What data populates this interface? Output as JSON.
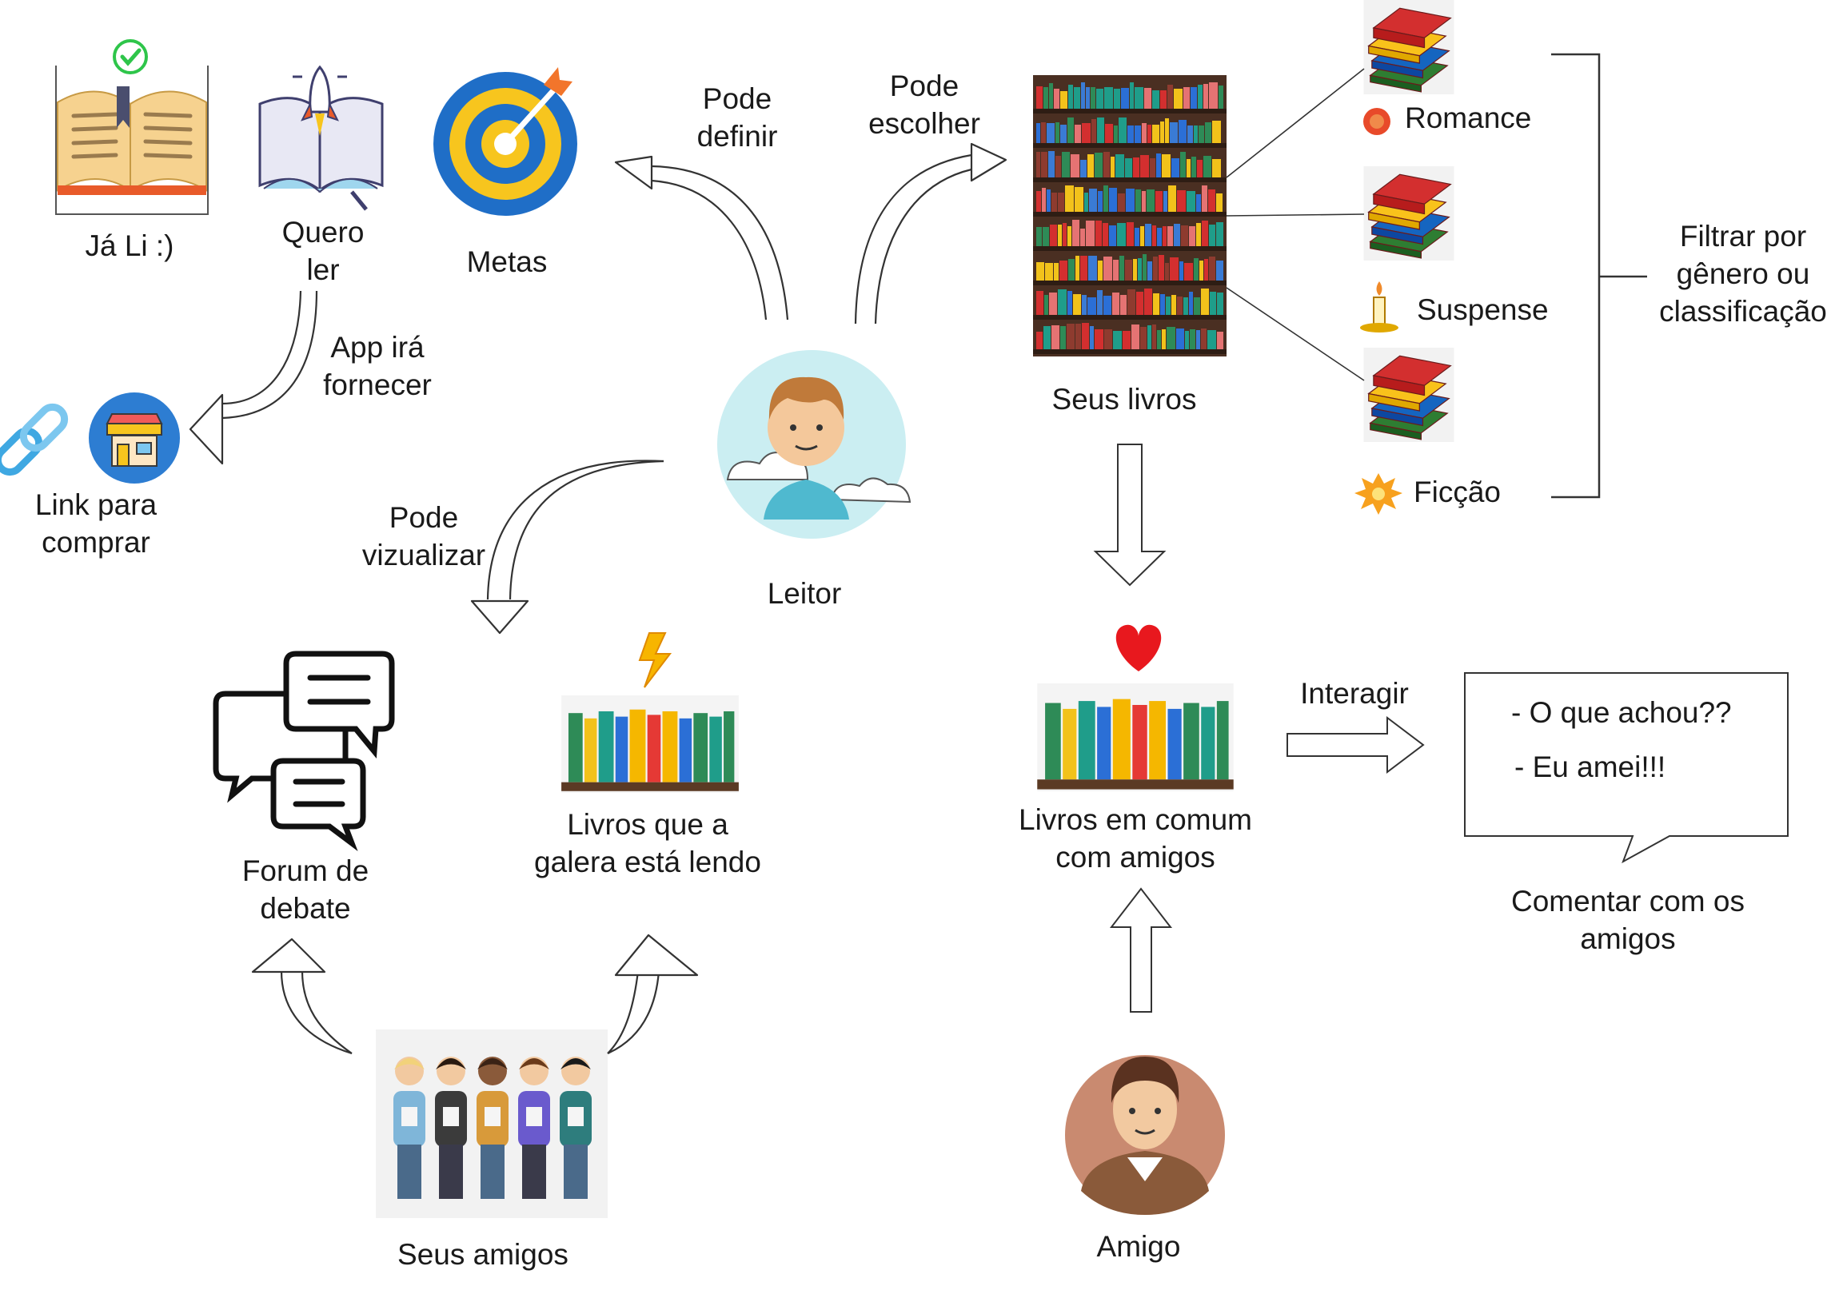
{
  "nodes": {
    "ja_li": [
      "Já Li :)"
    ],
    "quero_ler": [
      "Quero",
      "ler"
    ],
    "metas": [
      "Metas"
    ],
    "link_comprar": [
      "Link para",
      "comprar"
    ],
    "leitor": [
      "Leitor"
    ],
    "seus_livros": [
      "Seus livros"
    ],
    "romance": [
      "Romance"
    ],
    "suspense": [
      "Suspense"
    ],
    "ficcao": [
      "Ficção"
    ],
    "filtrar": [
      "Filtrar por",
      "gênero ou",
      "classificação"
    ],
    "forum": [
      "Forum de",
      "debate"
    ],
    "livros_galera": [
      "Livros que a",
      "galera está lendo"
    ],
    "livros_comum": [
      "Livros em comum",
      "com amigos"
    ],
    "comentar": [
      "Comentar com os",
      "amigos"
    ],
    "seus_amigos": [
      "Seus amigos"
    ],
    "amigo": [
      "Amigo"
    ]
  },
  "edges": {
    "pode_definir": [
      "Pode",
      "definir"
    ],
    "pode_escolher": [
      "Pode",
      "escolher"
    ],
    "app_ira_fornecer": [
      "App irá",
      "fornecer"
    ],
    "pode_vizualizar": [
      "Pode",
      "vizualizar"
    ],
    "interagir": [
      "Interagir"
    ]
  },
  "comment_box": [
    "- O que achou??",
    "- Eu amei!!!"
  ],
  "icons": {
    "ja_li": "open-book-check-icon",
    "quero_ler": "book-rocket-icon",
    "metas": "target-icon",
    "link": "chain-link-icon",
    "shop": "store-icon",
    "leitor": "reader-avatar-icon",
    "seus_livros": "bookshelf-icon",
    "genre_books": "book-stack-icon",
    "romance": "flower-icon",
    "suspense": "candle-icon",
    "ficcao": "explosion-icon",
    "forum": "chat-bubbles-icon",
    "livros_galera": "books-lightning-icon",
    "livros_comum": "books-heart-icon",
    "seus_amigos": "friends-group-icon",
    "amigo": "friend-avatar-icon"
  },
  "colors": {
    "heart": "#e8181e",
    "target_blue": "#1f6ec7",
    "target_yellow": "#f7c51e",
    "check_green": "#2ec54a",
    "shelf_wood": "#5b3a24"
  }
}
